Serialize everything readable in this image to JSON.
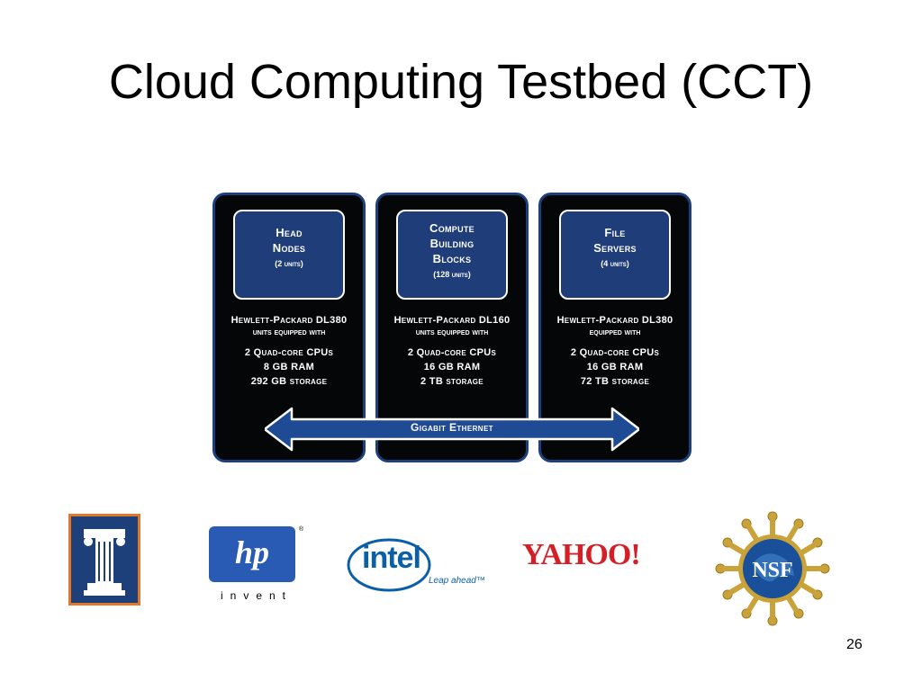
{
  "slide": {
    "title": "Cloud Computing Testbed (CCT)",
    "page_number": "26"
  },
  "diagram": {
    "panels": [
      {
        "name": [
          "Head",
          "Nodes"
        ],
        "units": "(2 units)",
        "model": "Hewlett-Packard DL380",
        "equip": "units equipped with",
        "specs": [
          "2 Quad-core CPUs",
          "8 GB RAM",
          "292 GB storage"
        ]
      },
      {
        "name": [
          "Compute",
          "Building",
          "Blocks"
        ],
        "units": "(128 units)",
        "model": "Hewlett-Packard DL160",
        "equip": "units equipped with",
        "specs": [
          "2 Quad-core CPUs",
          "16 GB RAM",
          "2 TB storage"
        ]
      },
      {
        "name": [
          "File",
          "Servers"
        ],
        "units": "(4 units)",
        "model": "Hewlett-Packard DL380",
        "equip": "equipped with",
        "specs": [
          "2 Quad-core CPUs",
          "16 GB RAM",
          "72 TB storage"
        ]
      }
    ],
    "network": "Gigabit Ethernet"
  },
  "logos": {
    "illinois": {
      "icon": "illinois-column-logo",
      "colors": {
        "blue": "#1d3f7a",
        "orange": "#e07a2a"
      }
    },
    "hp": {
      "mark": "hp",
      "tagline": "invent",
      "registered": "®",
      "color": "#2a5bb4"
    },
    "intel": {
      "mark": "intel",
      "tagline": "Leap ahead™",
      "color": "#0b5fa8"
    },
    "yahoo": {
      "mark": "YAHOO!",
      "color": "#d41f26"
    },
    "nsf": {
      "mark": "NSF",
      "icon": "nsf-seal-logo"
    }
  },
  "colors": {
    "panel_bg": "#050608",
    "panel_border": "#1d3f7a",
    "box_bg": "#1f3d78",
    "arrow": "#1f4a94"
  }
}
